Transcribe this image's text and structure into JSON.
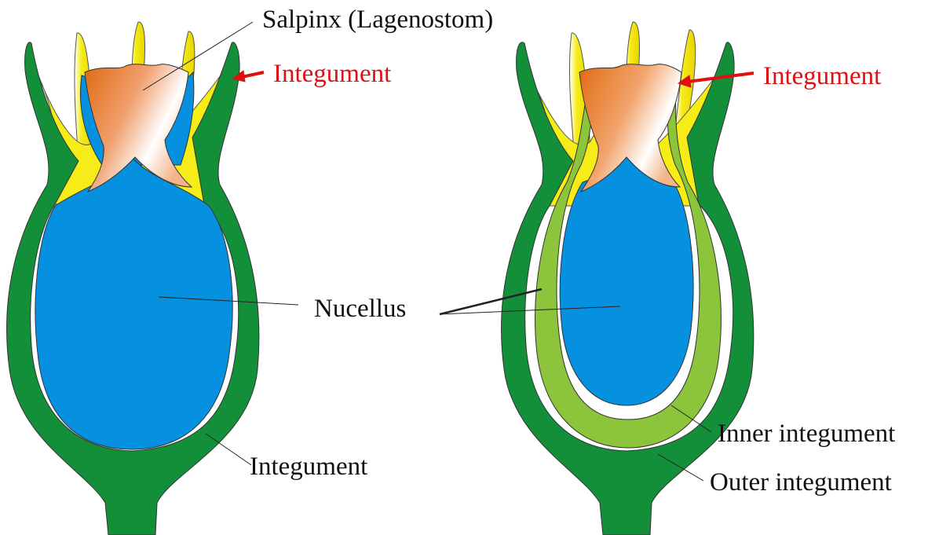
{
  "labels": {
    "salpinx": "Salpinx (Lagenostom)",
    "integument_red_left": "Integument",
    "integument_red_right": "Integument",
    "nucellus": "Nucellus",
    "integument_bottom": "Integument",
    "inner_integument": "Inner integument",
    "outer_integument": "Outer integument"
  },
  "colors": {
    "integument_outer": "#138f3a",
    "integument_inner": "#8cc43c",
    "nucellus": "#0591df",
    "salpinx": "#ea7a21",
    "lobes": "#f6ec17",
    "red_label": "#dd1111",
    "line": "#222222"
  }
}
